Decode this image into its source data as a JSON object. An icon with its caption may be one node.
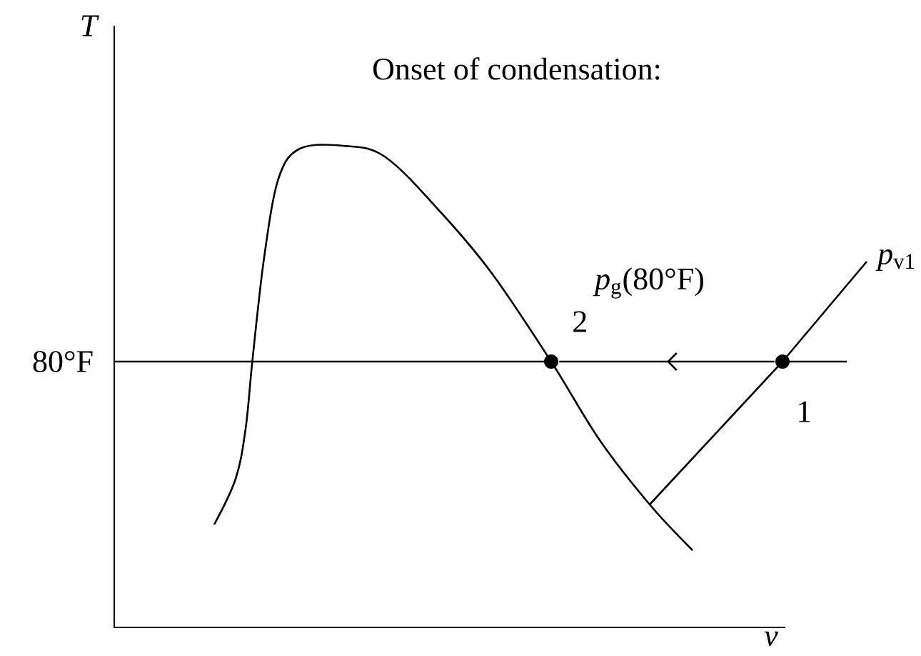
{
  "diagram": {
    "nodes": [
      {
        "text": [],
        "shape": "circle",
        "beside": [
          "2"
        ]
      },
      {
        "text": [],
        "shape": "circle",
        "beside": [
          "1"
        ]
      }
    ],
    "edges": [
      {
        "from": 1,
        "to": 0,
        "arrow": "to"
      }
    ],
    "labels": [
      "T",
      "Onset of condensation:",
      "*p*$_{v1}$",
      "*p*$_{g}$(80°F)",
      "80°F",
      "v"
    ]
  }
}
